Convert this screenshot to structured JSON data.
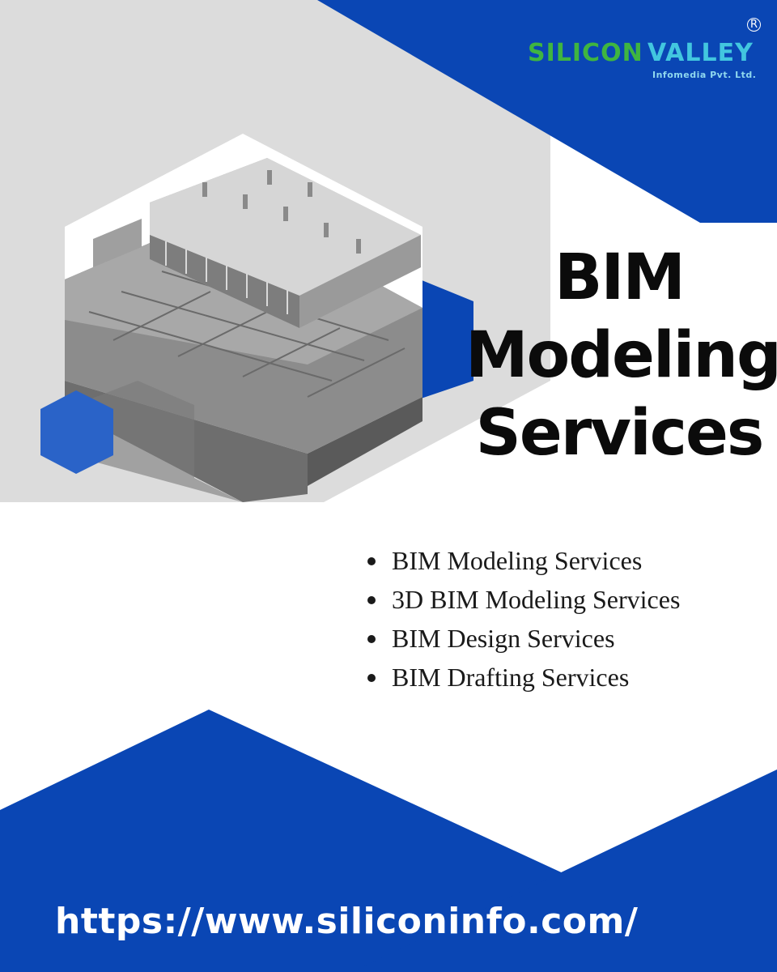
{
  "brand": {
    "name_main": "SILICON",
    "name_accent": "VALLEY",
    "company": "Infomedia Pvt. Ltd.",
    "registered_mark": "R",
    "color_main": "#3fb540",
    "color_accent": "#42c6df"
  },
  "headline": {
    "line1": "BIM",
    "line2": "Modeling",
    "line3": "Services"
  },
  "services": [
    {
      "label": "BIM Modeling Services"
    },
    {
      "label": "3D BIM Modeling Services"
    },
    {
      "label": "BIM Design Services"
    },
    {
      "label": "BIM Drafting Services"
    }
  ],
  "footer": {
    "url": "https://www.siliconinfo.com/"
  },
  "colors": {
    "primary_blue": "#0a46b4",
    "light_gray": "#dcdcdc",
    "hex_blue": "#2a63c8",
    "background": "#ffffff"
  },
  "image": {
    "subject": "3D BIM model of a multi-level building"
  }
}
